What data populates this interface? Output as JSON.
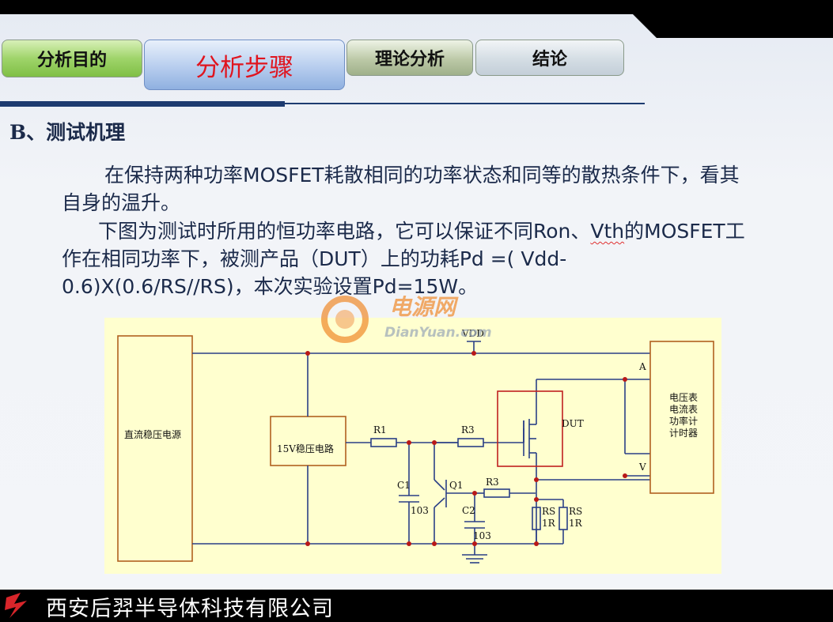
{
  "tabs": [
    {
      "label": "分析目的"
    },
    {
      "label": "分析步骤"
    },
    {
      "label": "理论分析"
    },
    {
      "label": "结论"
    }
  ],
  "heading": "B、测试机理",
  "paragraph1": "在保持两种功率MOSFET耗散相同的功率状态和同等的散热条件下，看其自身的温升。",
  "paragraph2": {
    "before": "下图为测试时所用的恒功率电路，它可以保证不同Ron、",
    "underlined": "Vth",
    "after": "的MOSFET工作在相同功率下，被测产品（DUT）上的功耗Pd =( Vdd-0.6)X(0.6/RS//RS)，本次实验设置Pd=15W。"
  },
  "watermark": {
    "brand": "电源网",
    "url": "DianYuan.com"
  },
  "circuit": {
    "power_supply": "直流稳压电源",
    "regulator": "15V稳压电路",
    "vdd": "VDD",
    "r1": "R1",
    "r3a": "R3",
    "r3b": "R3",
    "c1": "C1",
    "c1_value": "103",
    "c2": "C2",
    "c2_value": "103",
    "q1": "Q1",
    "dut": "DUT",
    "rs1": "RS",
    "rs1_value": "1R",
    "rs2": "RS",
    "rs2_value": "1R",
    "meter_lines": [
      "电压表",
      "电流表",
      "功率计",
      "计时器"
    ],
    "node_a": "A",
    "node_v": "V"
  },
  "footer": {
    "company": "西安后羿半导体科技有限公司"
  },
  "colors": {
    "tab_active_text": "#e0141e",
    "rule": "#1d3b70",
    "diagram_bg": "#ffffcf",
    "wire": "#2a3f86",
    "dut_box": "#c02020"
  }
}
